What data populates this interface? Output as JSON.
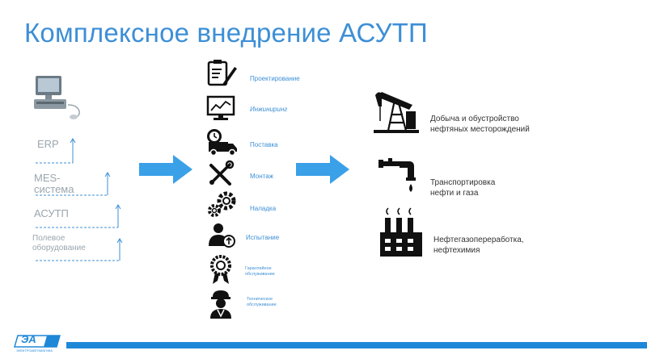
{
  "title": "Комплексное внедрение АСУТП",
  "levels": [
    {
      "label": "ERP"
    },
    {
      "label": "MES-система"
    },
    {
      "label": "АСУТП"
    },
    {
      "label": "Полевое оборудование"
    }
  ],
  "services": [
    {
      "label": "Проектирование",
      "icon": "design-document-icon"
    },
    {
      "label": "Инжиниринг",
      "icon": "monitor-chart-icon"
    },
    {
      "label": "Поставка",
      "icon": "delivery-truck-icon"
    },
    {
      "label": "Монтаж",
      "icon": "tools-icon"
    },
    {
      "label": "Наладка",
      "icon": "gears-icon"
    },
    {
      "label": "Испытание",
      "icon": "user-test-icon"
    },
    {
      "label": "Гарантийное обслуживание",
      "icon": "award-ribbon-icon"
    },
    {
      "label": "Техническое обслуживание",
      "icon": "worker-icon"
    }
  ],
  "outcomes": [
    {
      "label": "Добыча и обустройство нефтяных месторождений",
      "icon": "oil-pump-icon"
    },
    {
      "label": "Транспортировка нефти и газа",
      "icon": "pipe-valve-icon"
    },
    {
      "label": "Нефтегазопереработка, нефтехимия",
      "icon": "factory-icon"
    }
  ],
  "colors": {
    "accent": "#3d8fd6",
    "arrow": "#3aa0e8",
    "footer": "#1e88d8",
    "muted": "#9aa6ae"
  },
  "footer": {
    "logo_text": "ЭА",
    "tagline": "ЭЛЕКТРОАВТОМАТИКА"
  }
}
